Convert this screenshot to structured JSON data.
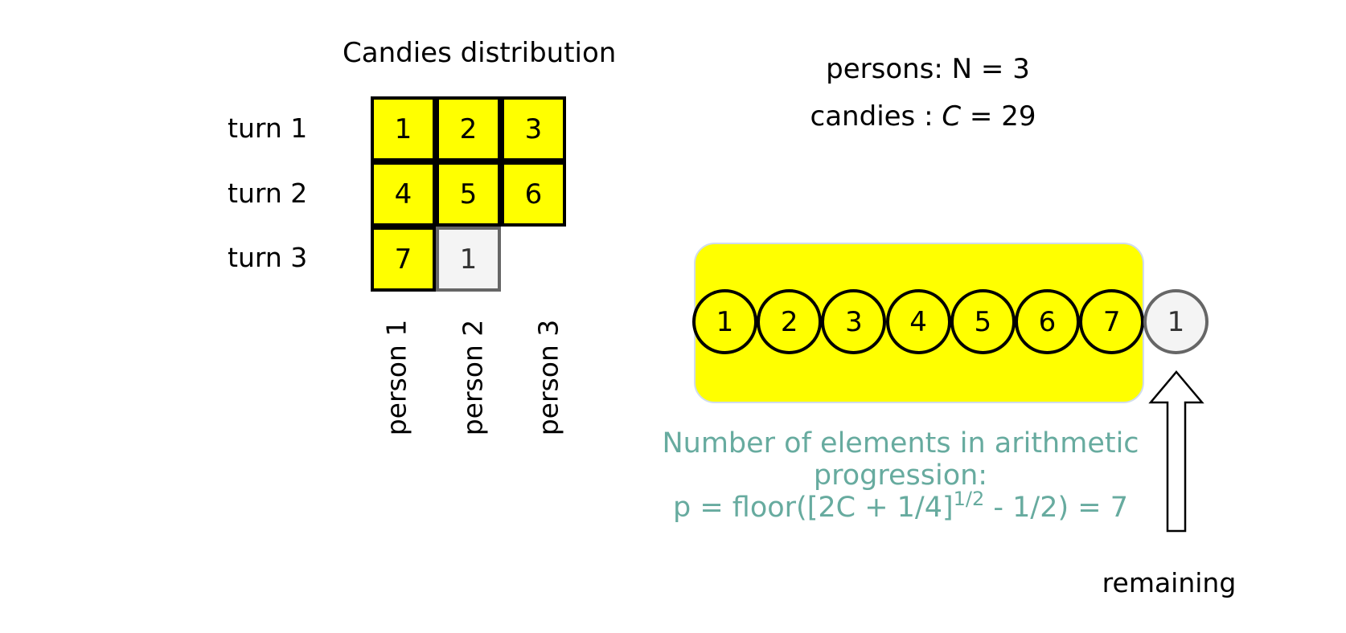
{
  "distribution": {
    "title": "Candies distribution",
    "turns": [
      "turn 1",
      "turn 2",
      "turn 3"
    ],
    "persons": [
      "person 1",
      "person 2",
      "person 3"
    ],
    "cells": [
      {
        "turn": 1,
        "person": 1,
        "value": "1",
        "status": "full"
      },
      {
        "turn": 1,
        "person": 2,
        "value": "2",
        "status": "full"
      },
      {
        "turn": 1,
        "person": 3,
        "value": "3",
        "status": "full"
      },
      {
        "turn": 2,
        "person": 1,
        "value": "4",
        "status": "full"
      },
      {
        "turn": 2,
        "person": 2,
        "value": "5",
        "status": "full"
      },
      {
        "turn": 2,
        "person": 3,
        "value": "6",
        "status": "full"
      },
      {
        "turn": 3,
        "person": 1,
        "value": "7",
        "status": "full"
      },
      {
        "turn": 3,
        "person": 2,
        "value": "1",
        "status": "partial"
      }
    ]
  },
  "parameters": {
    "persons_label": "persons: N = 3",
    "candies_prefix": "candies : ",
    "candies_var": "C",
    "candies_suffix": " = 29"
  },
  "progression": {
    "elements": [
      "1",
      "2",
      "3",
      "4",
      "5",
      "6",
      "7"
    ],
    "remaining": "1",
    "remaining_label": "remaining"
  },
  "formula": {
    "line1": "Number of elements in arithmetic",
    "line2": "progression:",
    "line3_before_sup": "p = floor([2C + 1/4]",
    "line3_sup": "1/2",
    "line3_after_sup": " - 1/2) = 7"
  },
  "colors": {
    "candy_fill": "#ffff00",
    "remaining_fill": "#f4f4f4",
    "remaining_border": "#666666",
    "formula_text": "#67ab9f"
  }
}
